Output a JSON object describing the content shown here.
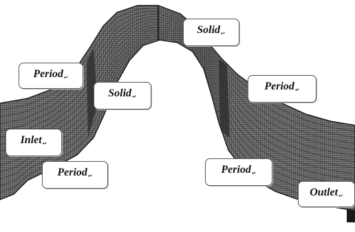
{
  "diagram": {
    "labels": {
      "solid_top": {
        "text": "Solid",
        "mark": "↵"
      },
      "period_ul": {
        "text": "Period",
        "mark": "↵"
      },
      "solid_mid": {
        "text": "Solid",
        "mark": "↵"
      },
      "period_ur": {
        "text": "Period",
        "mark": "↵"
      },
      "inlet": {
        "text": "Inlet",
        "mark": "↵"
      },
      "period_ll": {
        "text": "Period",
        "mark": "↵"
      },
      "period_lr": {
        "text": "Period",
        "mark": "↵"
      },
      "outlet": {
        "text": "Outlet",
        "mark": "↵"
      }
    },
    "colors": {
      "mesh_fill": "#6a6a6a",
      "mesh_line": "#1e1e1e",
      "background": "#ffffff"
    }
  }
}
